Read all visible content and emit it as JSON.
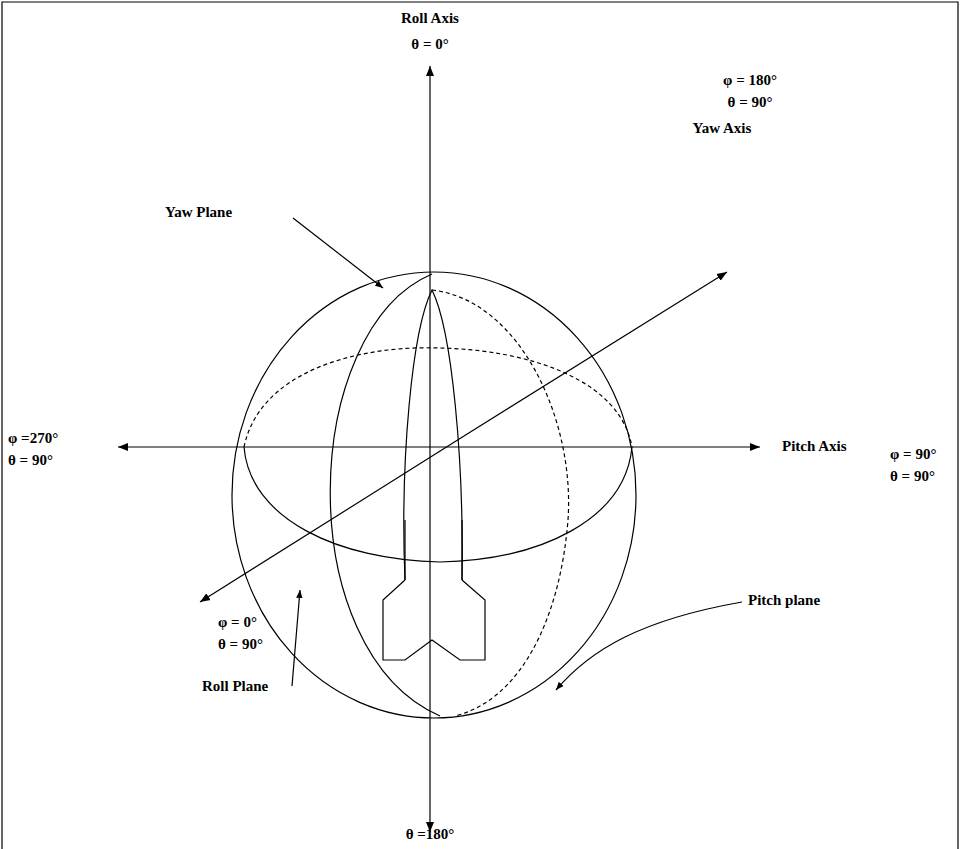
{
  "diagram": {
    "labels": [
      "Roll Axis",
      "θ = 0°",
      "φ = 180°",
      "θ = 90°",
      "Yaw Axis",
      "Yaw Plane",
      "φ =270°",
      "θ = 90°",
      "Pitch Axis",
      "φ = 90°",
      "θ = 90°",
      "Pitch plane",
      "Roll Plane",
      "φ = 0°",
      "θ = 90°",
      "θ =180°"
    ]
  }
}
